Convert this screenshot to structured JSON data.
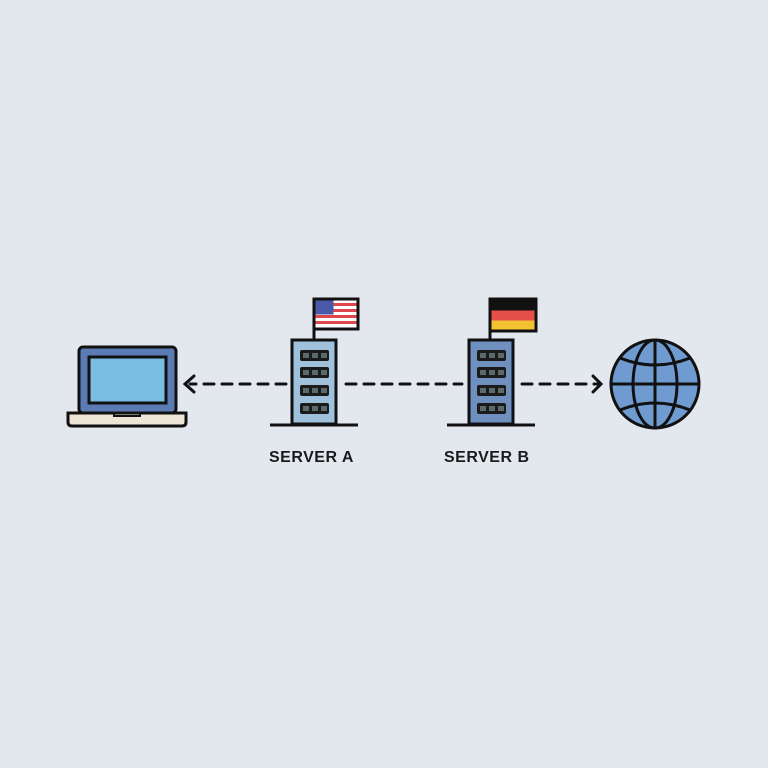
{
  "diagram": {
    "nodes": [
      {
        "id": "laptop",
        "icon": "laptop-icon"
      },
      {
        "id": "server-a",
        "label": "SERVER A",
        "flag": "usa-flag-icon"
      },
      {
        "id": "server-b",
        "label": "SERVER B",
        "flag": "germany-flag-icon"
      },
      {
        "id": "internet",
        "icon": "globe-icon"
      }
    ],
    "edges": [
      {
        "from": "server-a",
        "to": "laptop",
        "style": "dashed-arrow"
      },
      {
        "from": "server-a",
        "to": "server-b",
        "style": "dashed"
      },
      {
        "from": "server-b",
        "to": "internet",
        "style": "dashed-arrow"
      }
    ],
    "colors": {
      "background": "#e3e8ef",
      "device_body": "#5b7bb5",
      "screen": "#79bde0",
      "server_a_body": "#9fc1dc",
      "server_b_body": "#6f8fbf",
      "globe": "#6f9bd1",
      "outline": "#111111"
    }
  }
}
